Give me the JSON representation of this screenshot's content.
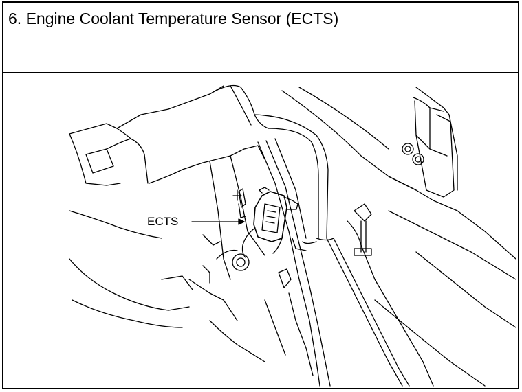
{
  "title": "6. Engine Coolant Temperature Sensor (ECTS)",
  "figure": {
    "callout_label": "ECTS",
    "icons": [
      "engine-illustration",
      "sensor-connector-icon",
      "leader-arrow-icon"
    ]
  }
}
